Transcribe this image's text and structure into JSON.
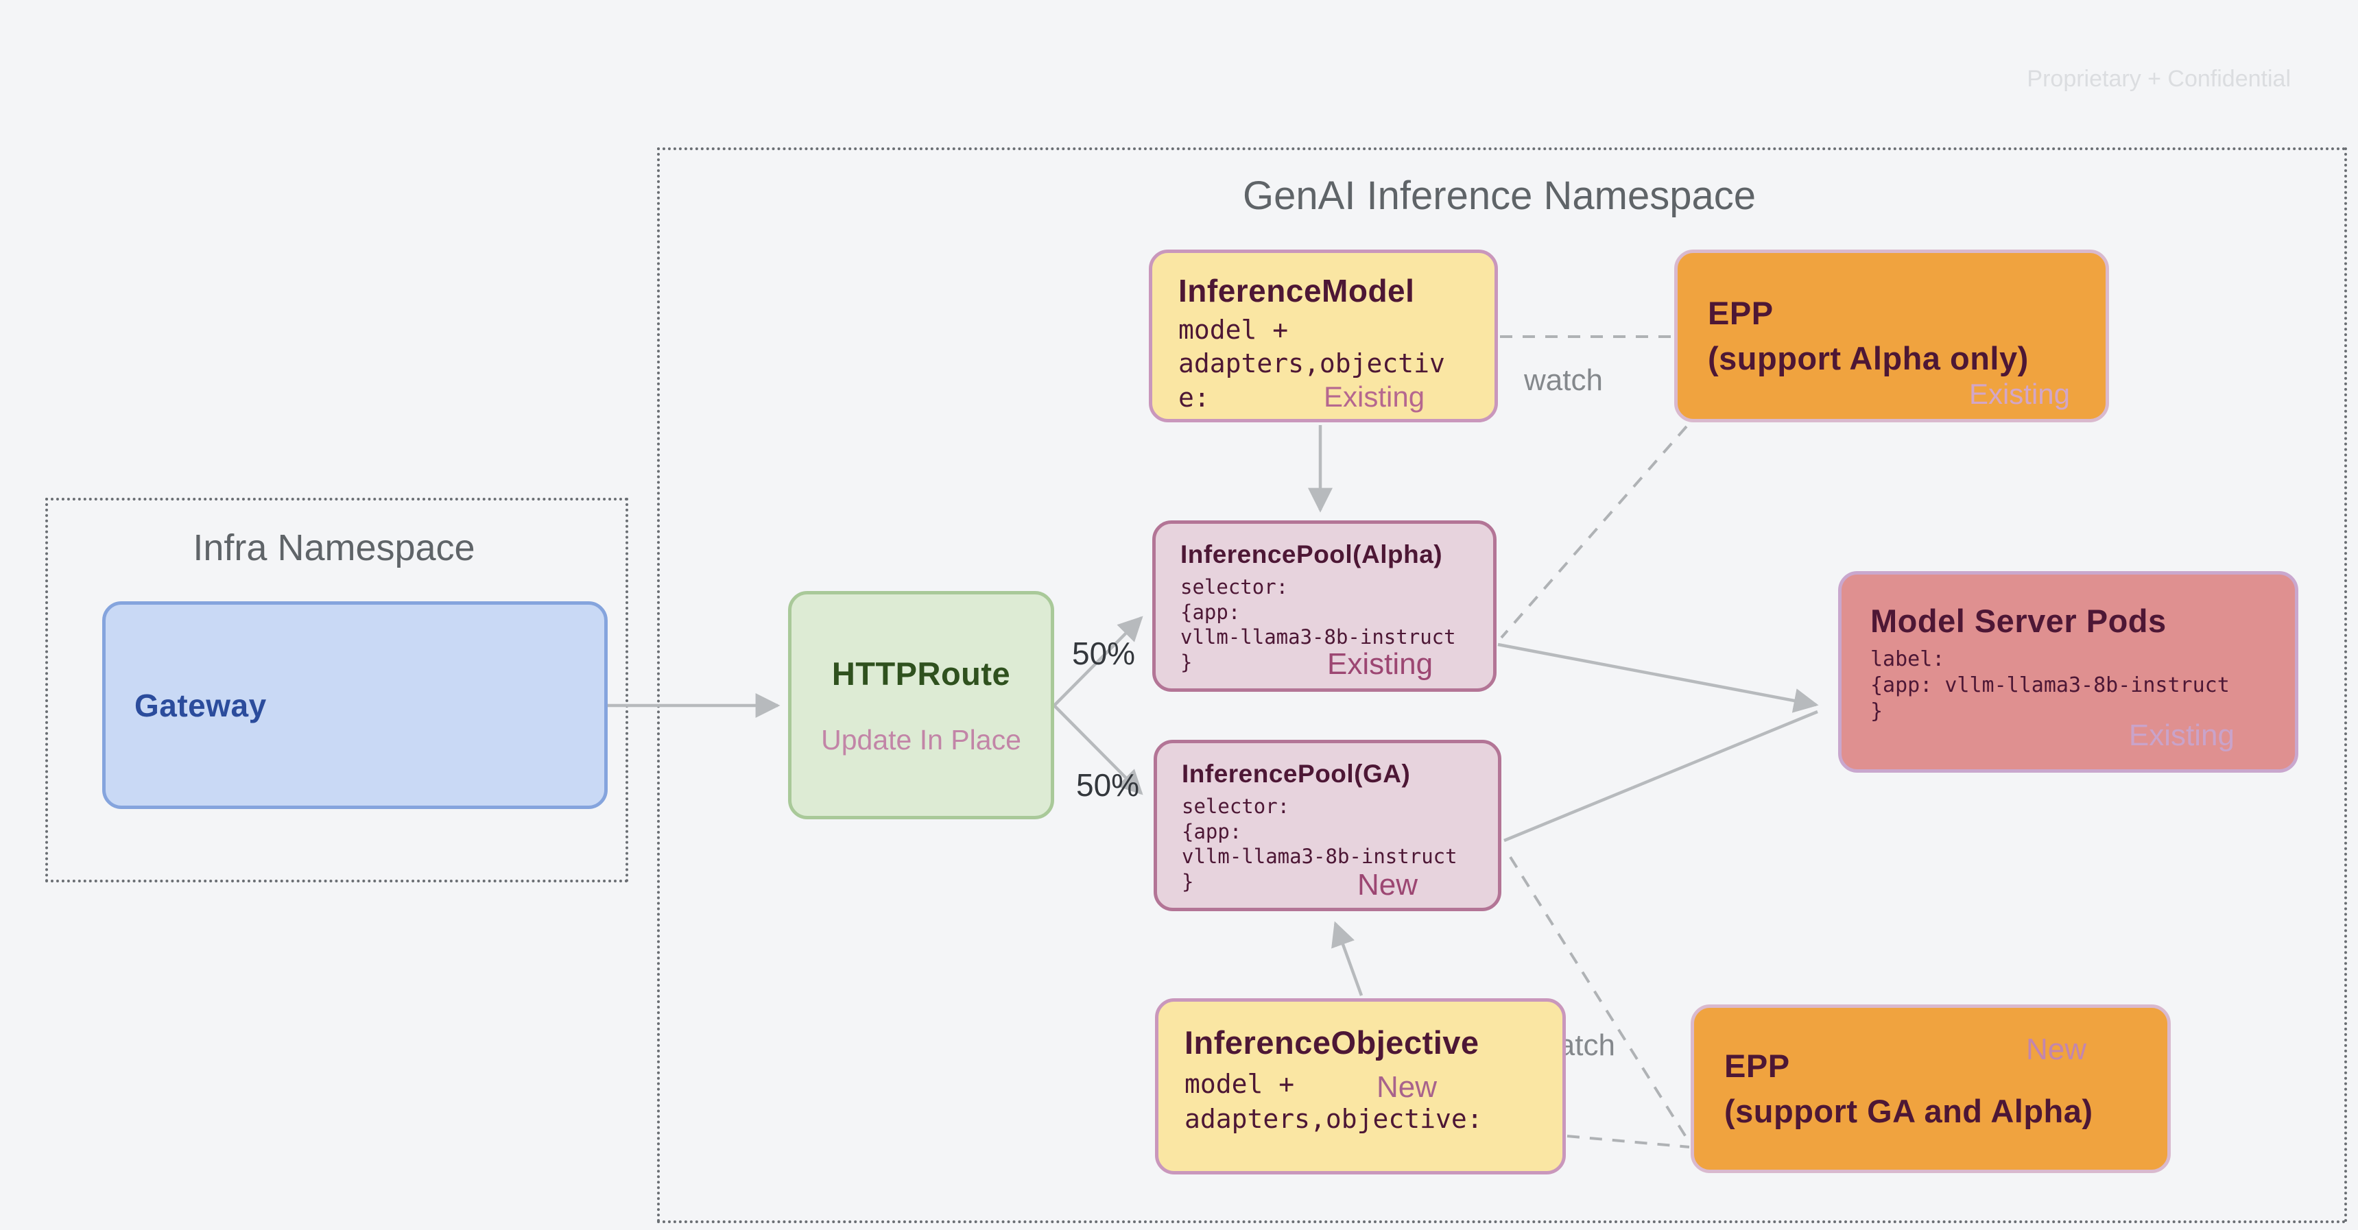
{
  "slide": {
    "watermark": "Proprietary + Confidential"
  },
  "infra_namespace": {
    "title": "Infra Namespace",
    "gateway": {
      "label": "Gateway"
    }
  },
  "genai_namespace": {
    "title": "GenAI Inference Namespace",
    "httproute": {
      "label": "HTTPRoute",
      "note": "Update In Place"
    },
    "inference_model": {
      "label": "InferenceModel",
      "code": "model +\nadapters,objective:",
      "status": "Existing"
    },
    "epp_alpha": {
      "label": "EPP\n(support Alpha only)",
      "status": "Existing"
    },
    "inference_pool_alpha": {
      "label": "InferencePool(Alpha)",
      "code": "selector:\n{app:\nvllm-llama3-8b-instruct\n}",
      "status": "Existing"
    },
    "inference_pool_ga": {
      "label": "InferencePool(GA)",
      "code": "selector:\n{app:\nvllm-llama3-8b-instruct\n}",
      "status": "New"
    },
    "model_server_pods": {
      "label": "Model Server Pods",
      "code": "label:\n{app: vllm-llama3-8b-instruct\n}",
      "status": "Existing"
    },
    "inference_objective": {
      "label": "InferenceObjective",
      "code": "model +\nadapters,objective:",
      "status": "New"
    },
    "epp_ga": {
      "label": "EPP\n(support GA and Alpha)",
      "status": "New"
    }
  },
  "edges": {
    "split_top_label": "50%",
    "split_bottom_label": "50%",
    "watch_top_label": "watch",
    "watch_bottom_label": "watch"
  },
  "colors": {
    "background": "#F4F5F7",
    "maroon_text": "#4D1735",
    "yellow_fill": "#FAE6A3",
    "orange_fill": "#F0A33F",
    "mauve_fill": "#E7D3DD",
    "salmon_fill": "#DF9090",
    "blue_fill": "#C9D9F5",
    "green_fill": "#DDEBD4",
    "connector_gray": "#B7BABD"
  }
}
